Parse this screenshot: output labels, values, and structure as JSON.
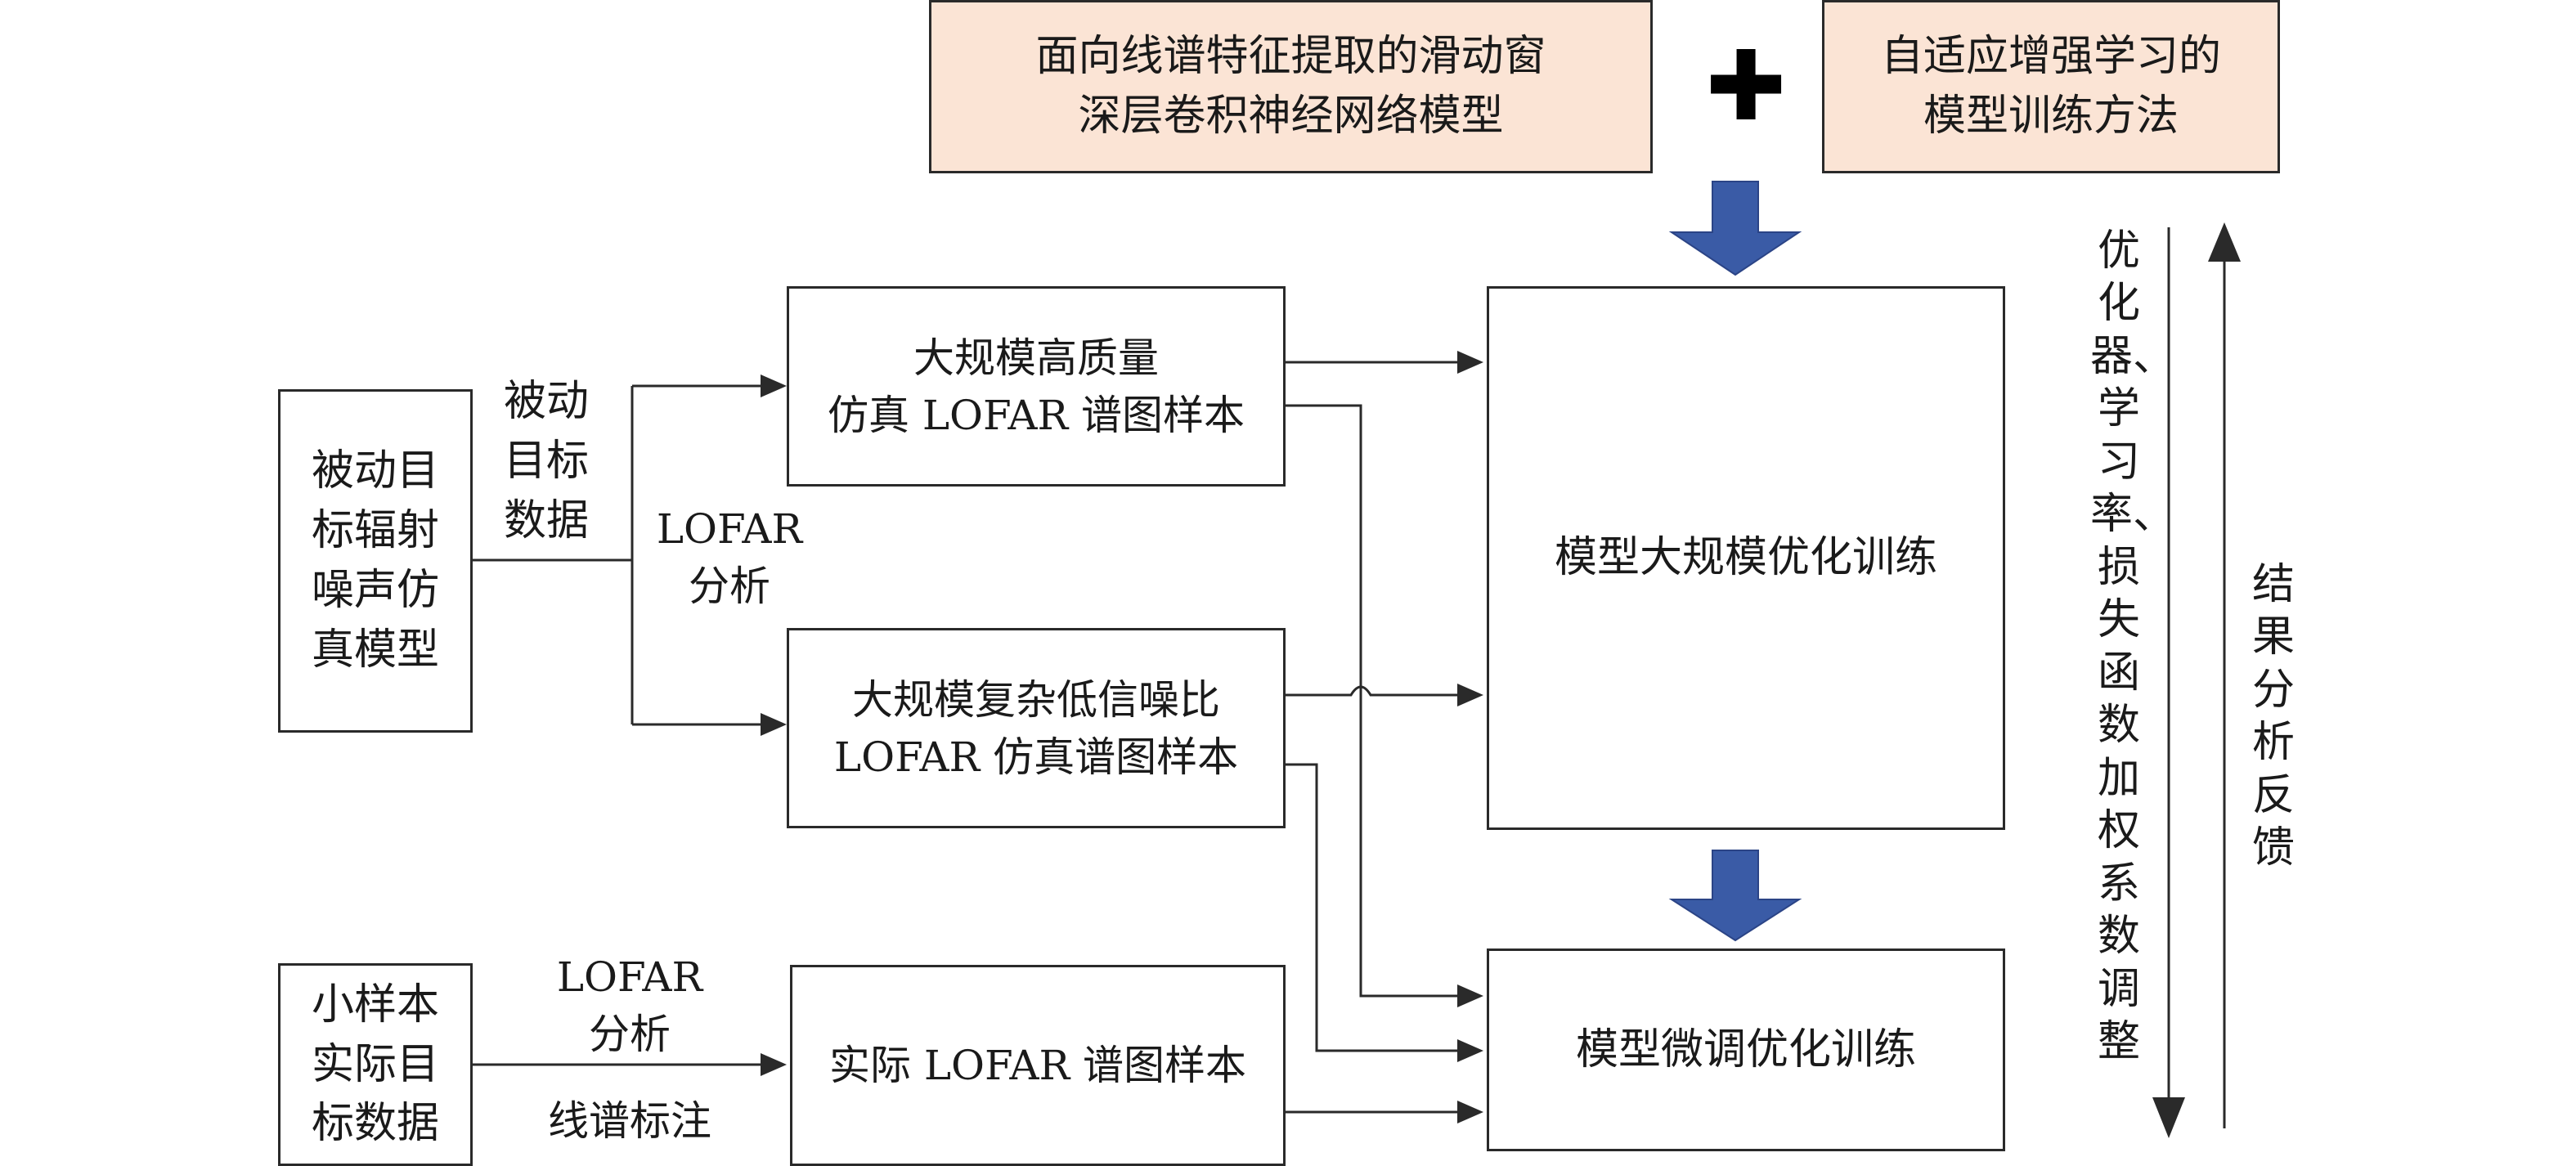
{
  "colors": {
    "top_box_fill": "#fbe4d5",
    "block_arrow": "#3a5ba6",
    "line": "#2a2a2a"
  },
  "top": {
    "model_lines": [
      "面向线谱特征提取的滑动窗",
      "深层卷积神经网络模型"
    ],
    "plus_symbol": "✚",
    "method_lines": [
      "自适应增强学习的",
      "模型训练方法"
    ]
  },
  "left": {
    "sim_model_lines": [
      "被动目",
      "标辐射",
      "噪声仿",
      "真模型"
    ],
    "passive_data_lines": [
      "被动",
      "目标",
      "数据"
    ],
    "lofar_analysis_lines": [
      "LOFAR",
      "分析"
    ],
    "small_sample_lines": [
      "小样本",
      "实际目",
      "标数据"
    ],
    "lofar_analysis2_lines": [
      "LOFAR",
      "分析"
    ],
    "line_label": "线谱标注"
  },
  "middle": {
    "hq_lines": [
      "大规模高质量",
      "仿真 LOFAR 谱图样本"
    ],
    "lowsnr_lines": [
      "大规模复杂低信噪比",
      "LOFAR 仿真谱图样本"
    ],
    "real_lines": [
      "实际 LOFAR 谱图样本"
    ]
  },
  "right": {
    "big_train": "模型大规模优化训练",
    "fine_tune": "模型微调优化训练",
    "optimizer_text": "优化器、学习率、损失函数加权系数调整",
    "feedback_text": "结果分析反馈"
  }
}
